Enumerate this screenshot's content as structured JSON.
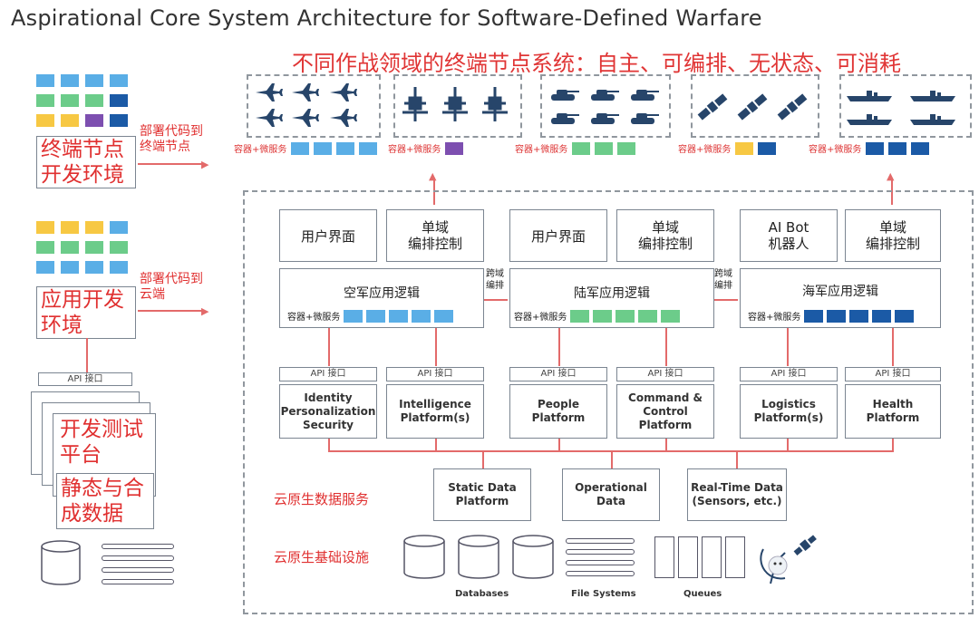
{
  "title": "Aspirational Core System Architecture for Software-Defined Warfare",
  "subtitle": "不同作战领域的终端节点系统：自主、可编排、无状态、可消耗",
  "colors": {
    "blue": "#5aaee6",
    "green": "#6ccc8a",
    "purple": "#7d4fb0",
    "yellow": "#f7c843",
    "navy": "#1b5aa6",
    "red": "#e03030"
  },
  "left": {
    "endpoint_env": "终端节点\n开发环境",
    "deploy_endpoint": "部署代码到\n终端节点",
    "app_env": "应用开发\n环境",
    "deploy_cloud": "部署代码到\n云端",
    "api": "API 接口",
    "test_platform": "开发测试\n平台",
    "static_data": "静态与合\n成数据"
  },
  "endpoints": [
    {
      "cap": "容器+微服务",
      "icon": "fighter-jet-icon",
      "colors": [
        "blue",
        "blue",
        "blue",
        "blue"
      ]
    },
    {
      "cap": "容器+微服务",
      "icon": "drone-icon",
      "colors": [
        "purple"
      ]
    },
    {
      "cap": "容器+微服务",
      "icon": "tank-icon",
      "colors": [
        "green",
        "green",
        "green"
      ]
    },
    {
      "cap": "容器+微服务",
      "icon": "satellite-icon",
      "colors": [
        "yellow",
        "navy"
      ]
    },
    {
      "cap": "容器+微服务",
      "icon": "ship-icon",
      "colors": [
        "navy",
        "navy",
        "navy"
      ]
    }
  ],
  "cloud": {
    "air_ui": "用户界面",
    "air_ctrl": "单域\n编排控制",
    "air_logic": "空军应用逻辑",
    "cross1": "跨域\n编排",
    "land_ui": "用户界面",
    "land_ctrl": "单域\n编排控制",
    "land_logic": "陆军应用逻辑",
    "cross2": "跨域\n编排",
    "navy_ui": "AI Bot\n机器人",
    "navy_ctrl": "单域\n编排控制",
    "navy_logic": "海军应用逻辑",
    "cap": "容器+微服务",
    "api": "API 接口",
    "platforms": [
      "Identity\nPersonalization\nSecurity",
      "Intelligence\nPlatform(s)",
      "People\nPlatform",
      "Command &\nControl\nPlatform",
      "Logistics\nPlatform(s)",
      "Health\nPlatform"
    ],
    "data_label": "云原生数据服务",
    "data_services": [
      "Static Data\nPlatform",
      "Operational\nData",
      "Real-Time Data\n(Sensors, etc.)"
    ],
    "infra_label": "云原生基础设施",
    "databases": "Databases",
    "filesystems": "File Systems",
    "queues": "Queues"
  }
}
